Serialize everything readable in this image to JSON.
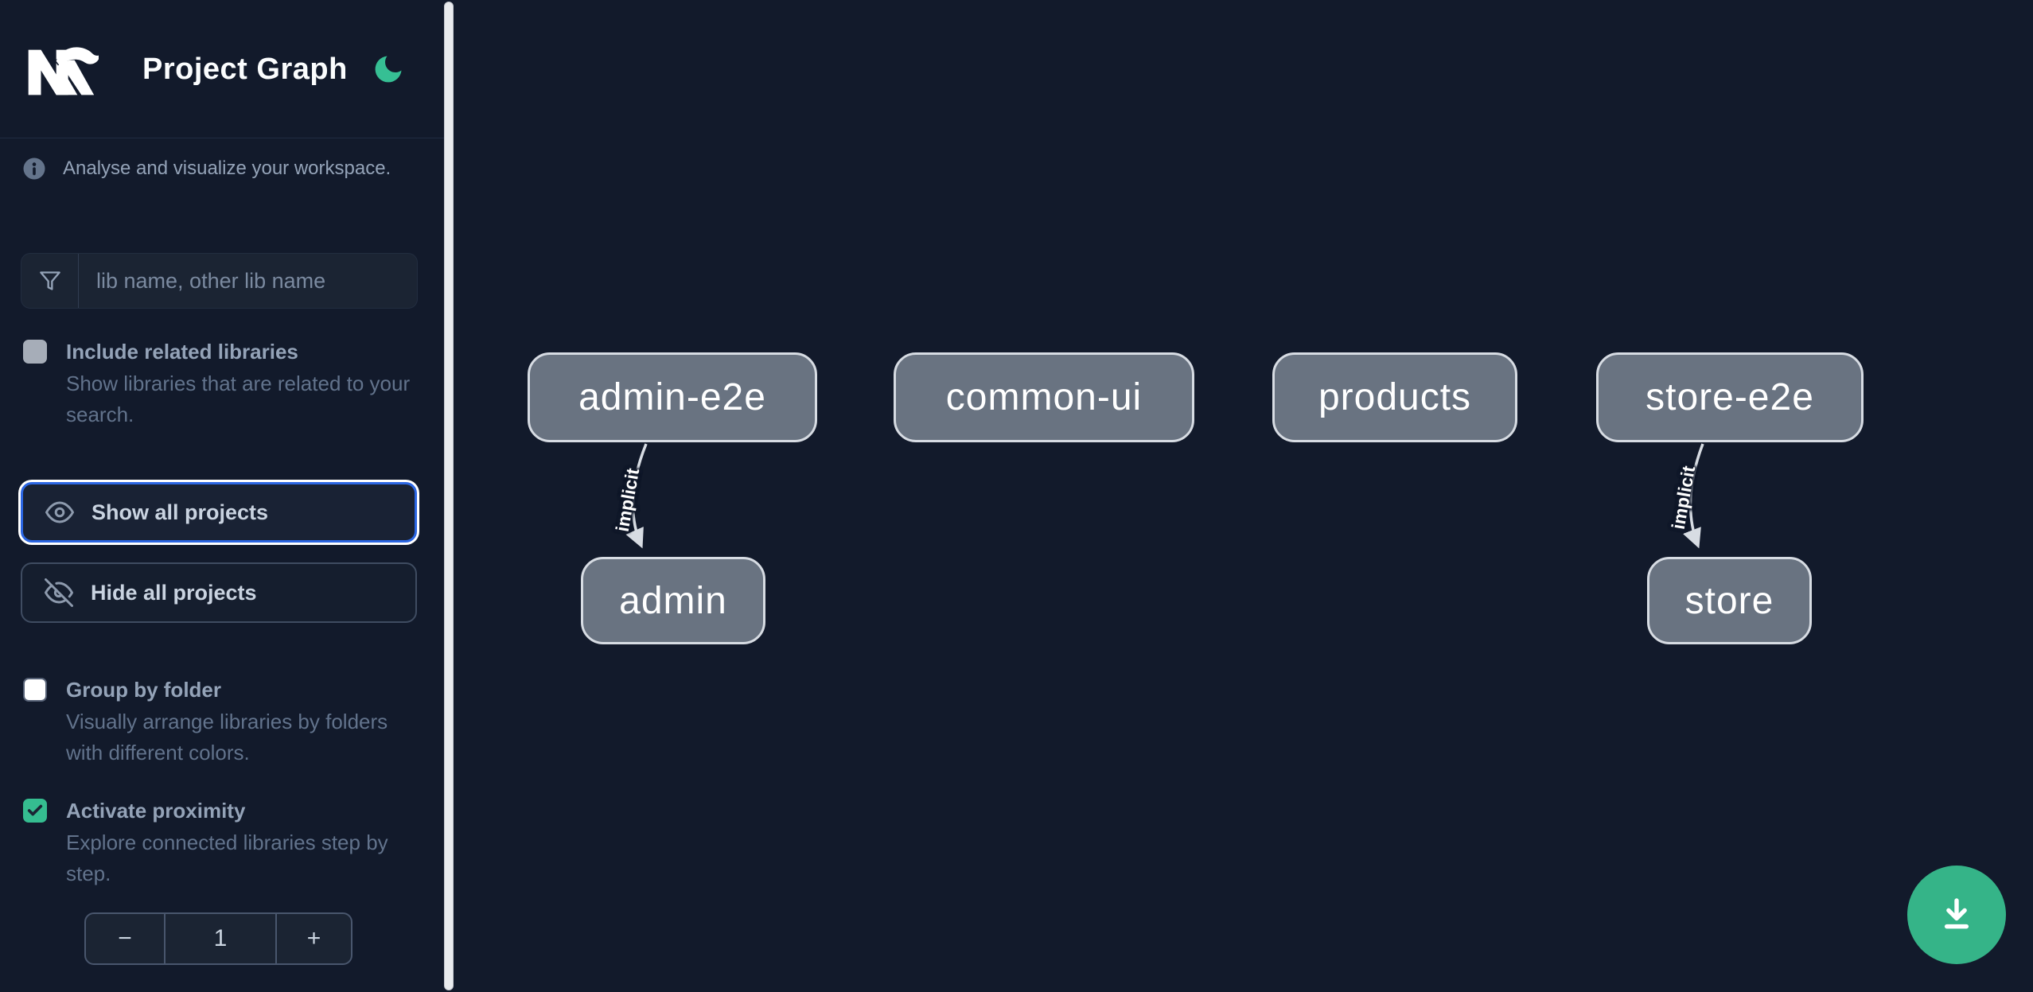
{
  "colors": {
    "background": "#121a2b",
    "accent_green": "#35bd90",
    "focus_blue": "#2b66e3",
    "node_fill": "#697381",
    "node_border": "#d7dce3",
    "edge": "#d7dce3",
    "text_secondary": "#94a3b8",
    "text_muted": "#62738c",
    "fab_green": "#35b488"
  },
  "header": {
    "title": "Project Graph",
    "logo_icon": "nx-logo",
    "theme_toggle_icon": "moon"
  },
  "sidebar": {
    "info_text": "Analyse and visualize your workspace.",
    "search": {
      "icon": "filter-funnel",
      "placeholder": "lib name, other lib name",
      "value": ""
    },
    "checkboxes": [
      {
        "label": "Include related libraries",
        "description": "Show libraries that are related to your search.",
        "checked": false,
        "style": "gray"
      },
      {
        "label": "Group by folder",
        "description": "Visually arrange libraries by folders with different colors.",
        "checked": false,
        "style": "white"
      },
      {
        "label": "Activate proximity",
        "description": "Explore connected libraries step by step.",
        "checked": true,
        "style": "green"
      }
    ],
    "buttons": [
      {
        "label": "Show all projects",
        "icon": "eye",
        "focused": true
      },
      {
        "label": "Hide all projects",
        "icon": "eye-off",
        "focused": false
      }
    ],
    "proximity_stepper": {
      "decrement_label": "−",
      "value": "1",
      "increment_label": "+"
    }
  },
  "graph": {
    "nodes": [
      {
        "id": "admin-e2e",
        "label": "admin-e2e"
      },
      {
        "id": "common-ui",
        "label": "common-ui"
      },
      {
        "id": "products",
        "label": "products"
      },
      {
        "id": "store-e2e",
        "label": "store-e2e"
      },
      {
        "id": "admin",
        "label": "admin"
      },
      {
        "id": "store",
        "label": "store"
      }
    ],
    "edges": [
      {
        "source": "admin-e2e",
        "target": "admin",
        "label": "implicit"
      },
      {
        "source": "store-e2e",
        "target": "store",
        "label": "implicit"
      }
    ]
  },
  "fab": {
    "icon": "download"
  }
}
